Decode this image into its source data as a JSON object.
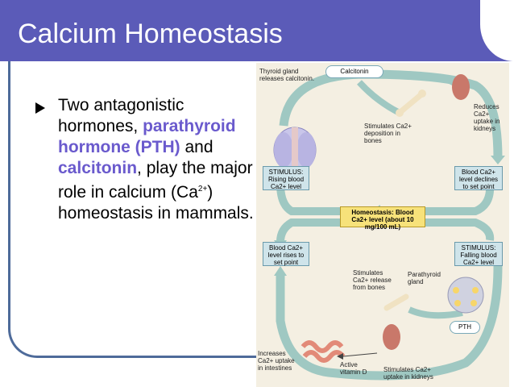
{
  "slide": {
    "title": "Calcium Homeostasis",
    "bullet": {
      "t1": "Two antagonistic hormones, ",
      "pth": "parathyroid hormone (PTH)",
      "t2": " and ",
      "calc": "calcitonin",
      "t3": ", play the major role in calcium (Ca",
      "sup": "2+",
      "t4": ") homeostasis in mammals."
    }
  },
  "diagram": {
    "thyroid_label": "Thyroid gland releases calcitonin.",
    "calcitonin_label": "Calcitonin",
    "reduces_label": "Reduces Ca2+ uptake in kidneys",
    "stimulates_deposition": "Stimulates Ca2+ deposition in bones",
    "stimulus_rising": "STIMULUS: Rising blood Ca2+ level",
    "blood_declines": "Blood Ca2+ level declines to set point",
    "homeostasis": "Homeostasis: Blood Ca2+ level (about 10 mg/100 mL)",
    "blood_rises": "Blood Ca2+ level rises to set point",
    "stimulus_falling": "STIMULUS: Falling blood Ca2+ level",
    "stimulates_release": "Stimulates Ca2+ release from bones",
    "parathyroid_label": "Parathyroid gland",
    "pth_label": "PTH",
    "increases_label": "Increases Ca2+ uptake in intestines",
    "vitd_label": "Active vitamin D",
    "stim_kidney_label": "Stimulates Ca2+ uptake in kidneys"
  }
}
